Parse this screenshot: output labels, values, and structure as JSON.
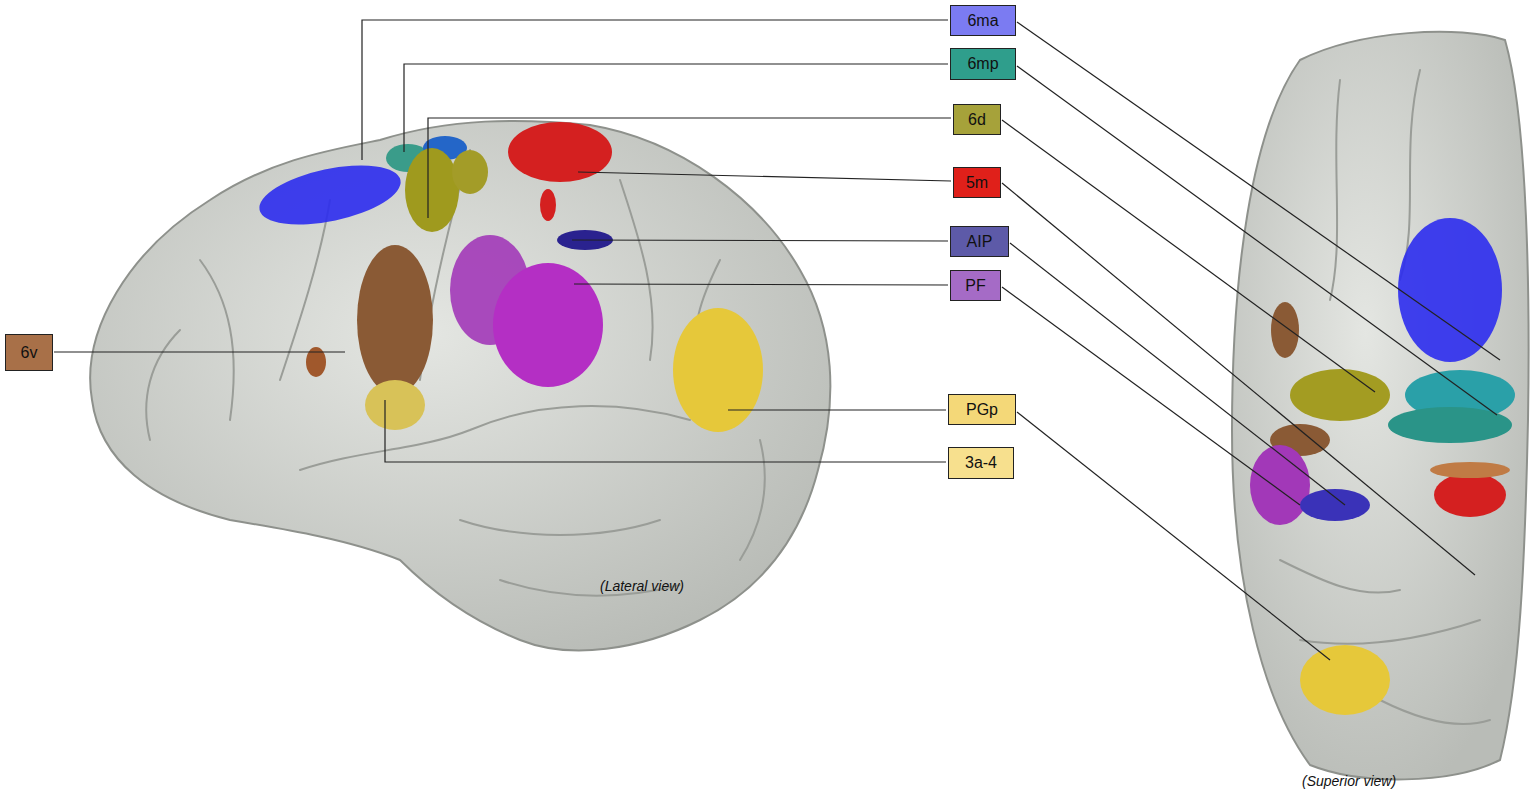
{
  "diagram": {
    "nodes": [
      {
        "text": [
          "6ma"
        ]
      },
      {
        "text": [
          "6mp"
        ]
      },
      {
        "text": [
          "6d"
        ]
      },
      {
        "text": [
          "5m"
        ]
      },
      {
        "text": [
          "AIP"
        ]
      },
      {
        "text": [
          "PF"
        ]
      },
      {
        "text": [
          "6v"
        ]
      },
      {
        "text": [
          "PGp"
        ]
      },
      {
        "text": [
          "3a-4"
        ]
      }
    ],
    "edges": [],
    "labels": [
      "(Lateral view)",
      "(Superior view)"
    ]
  }
}
